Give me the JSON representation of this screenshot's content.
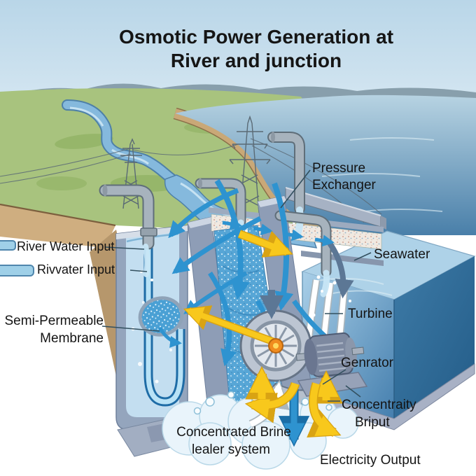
{
  "title": {
    "line1": "Osmotic Power Generation at",
    "line2": "River and junction"
  },
  "legend": {
    "river_water_input": "River Water Input",
    "river_input": "Rivvater Input"
  },
  "labels": {
    "semi_permeable_1": "Semi-Permeable",
    "semi_permeable_2": "Membrane",
    "pressure_exchanger_1": "Pressure",
    "pressure_exchanger_2": "Exchanger",
    "seawater": "Seawater",
    "turbine": "Turbine",
    "generator": "Genrator",
    "concentrate_1": "Concentraity",
    "concentrate_2": "Briput",
    "brine_1": "Concentrated Brine",
    "brine_2": "lealer system",
    "electricity_output": "Electricity Output"
  },
  "colors": {
    "arrow_blue": "#2e93d0",
    "arrow_blue_dark": "#1a6da6",
    "arrow_yellow": "#f8c81c",
    "arrow_yellow_dark": "#d9a313",
    "arrow_slate": "#5c7795",
    "arrow_white": "#ffffff",
    "sea_light": "#b7d3e2",
    "sea_deep": "#497fa9",
    "grass_green": "#a8c37e",
    "shore_tan": "#c9a877",
    "wall_gray": "#8fa0ba",
    "pipe_gray": "#a7b3bd",
    "hub_orange": "#f08c1e",
    "title_text": "#151515"
  }
}
